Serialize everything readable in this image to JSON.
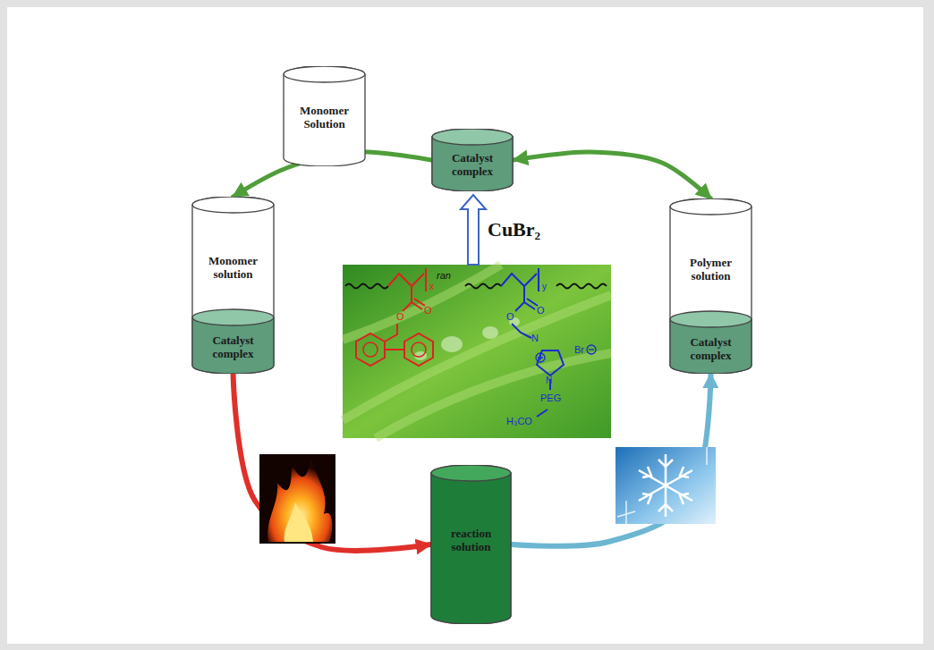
{
  "diagram": {
    "nodes": [
      {
        "text": [
          "Monomer Solution"
        ]
      },
      {
        "text": [
          "Catalyst complex"
        ]
      },
      {
        "text": [
          "Monomer solution",
          "Catalyst complex"
        ]
      },
      {
        "text": [
          "Polymer solution",
          "Catalyst complex"
        ]
      },
      {
        "text": [
          "reaction solution"
        ]
      }
    ],
    "edges": [
      {
        "from": 1,
        "to": 2,
        "arrow": "to"
      },
      {
        "from": 1,
        "to": 3,
        "arrow": "both"
      },
      {
        "from": 2,
        "to": 4,
        "arrow": "to"
      },
      {
        "from": 4,
        "to": 3,
        "arrow": "to"
      }
    ],
    "labels": [
      "CuBr₂",
      "ran",
      "x",
      "y",
      "O",
      "O",
      "O",
      "O",
      "N",
      "N",
      "Br",
      "PEG",
      "H₃CO"
    ]
  }
}
